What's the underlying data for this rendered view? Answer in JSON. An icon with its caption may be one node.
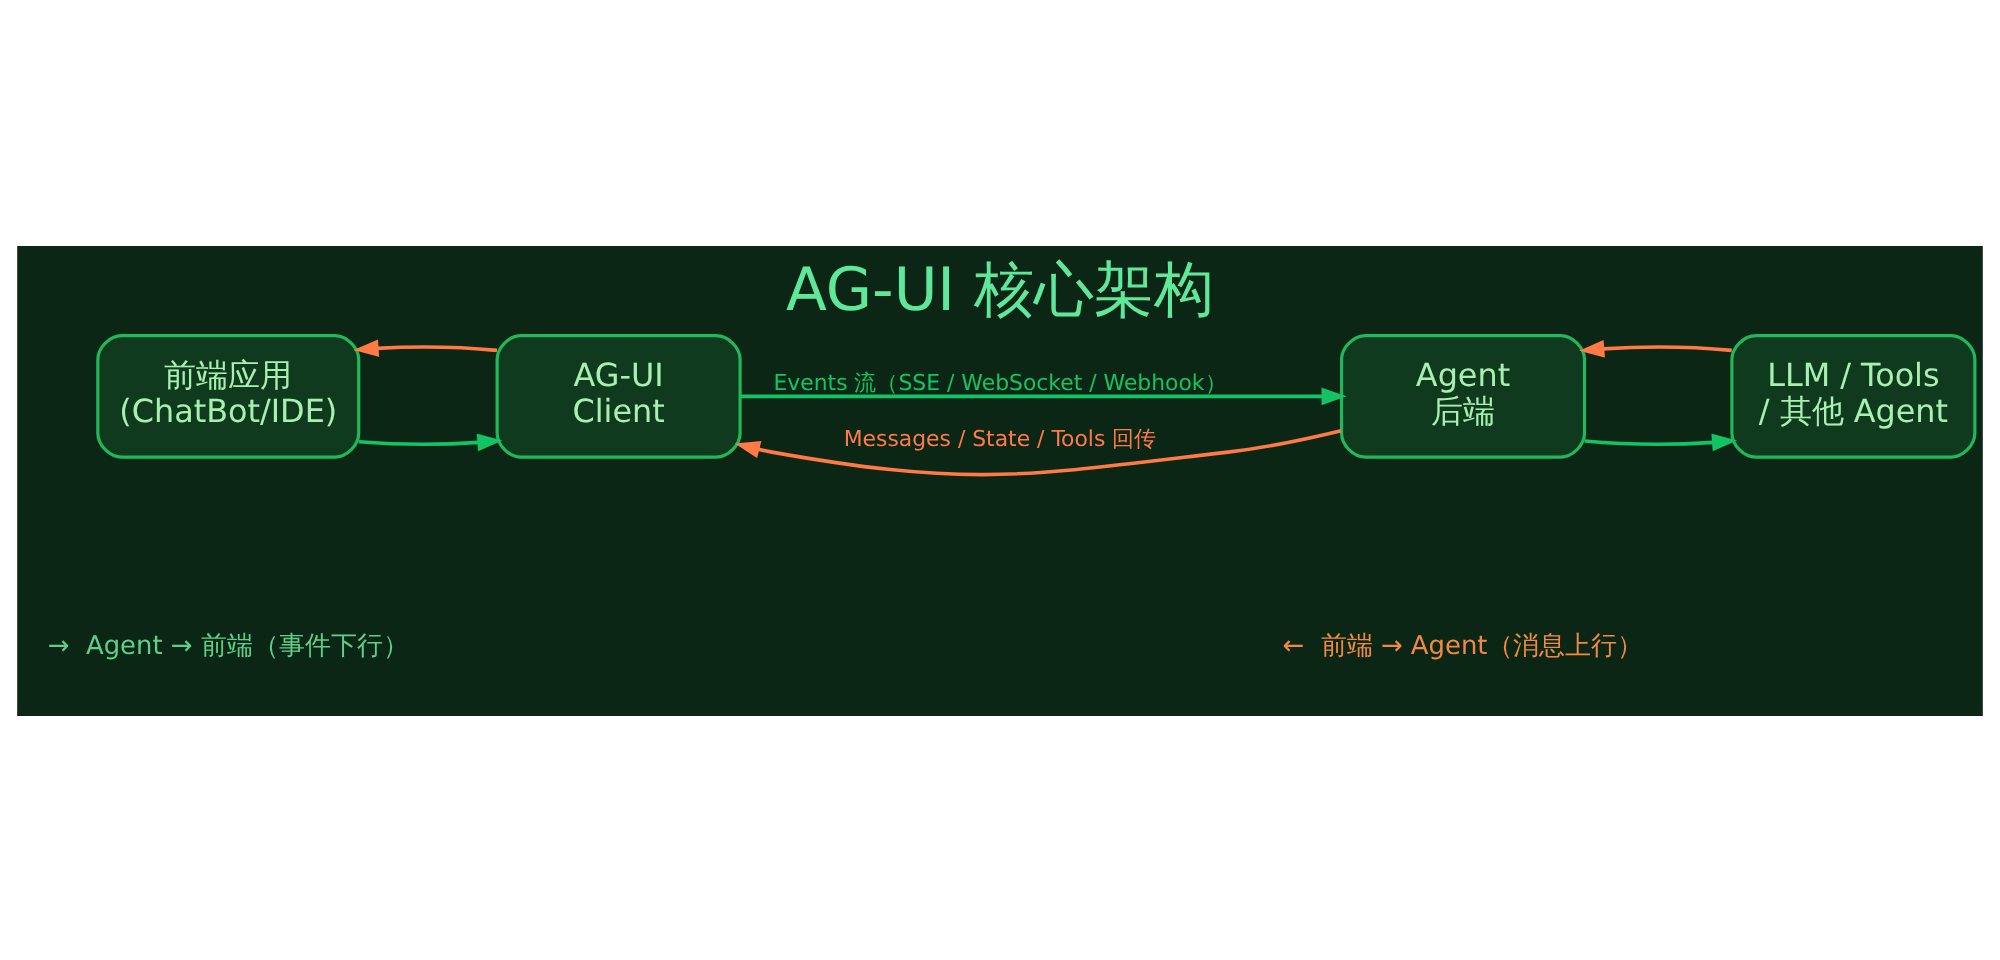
{
  "diagram": {
    "title": "AG-UI 核心架构",
    "nodes": [
      {
        "text": [
          "前端应用 (ChatBot/IDE)"
        ]
      },
      {
        "text": [
          "AG-UI Client"
        ]
      },
      {
        "text": [
          "Agent 后端"
        ]
      },
      {
        "text": [
          "LLM / Tools / 其他 Agent"
        ]
      }
    ],
    "edges": [
      {
        "from": 0,
        "to": 1,
        "arrow": "to"
      },
      {
        "from": 1,
        "to": 0,
        "arrow": "to",
        "color": "#ff7a45"
      },
      {
        "from": 1,
        "to": 2,
        "arrow": "to",
        "label": "Events 流（SSE / WebSocket / Webhook）"
      },
      {
        "from": 2,
        "to": 1,
        "arrow": "to",
        "color": "#ff7a45",
        "label": "Messages / State / Tools 回传"
      },
      {
        "from": 2,
        "to": 3,
        "arrow": "to"
      },
      {
        "from": 3,
        "to": 2,
        "arrow": "to",
        "color": "#ff7a45"
      }
    ],
    "legend": [
      {
        "text": "→  Agent → 前端（事件下行）"
      },
      {
        "text": "←  前端 → Agent（消息上行）"
      }
    ]
  }
}
